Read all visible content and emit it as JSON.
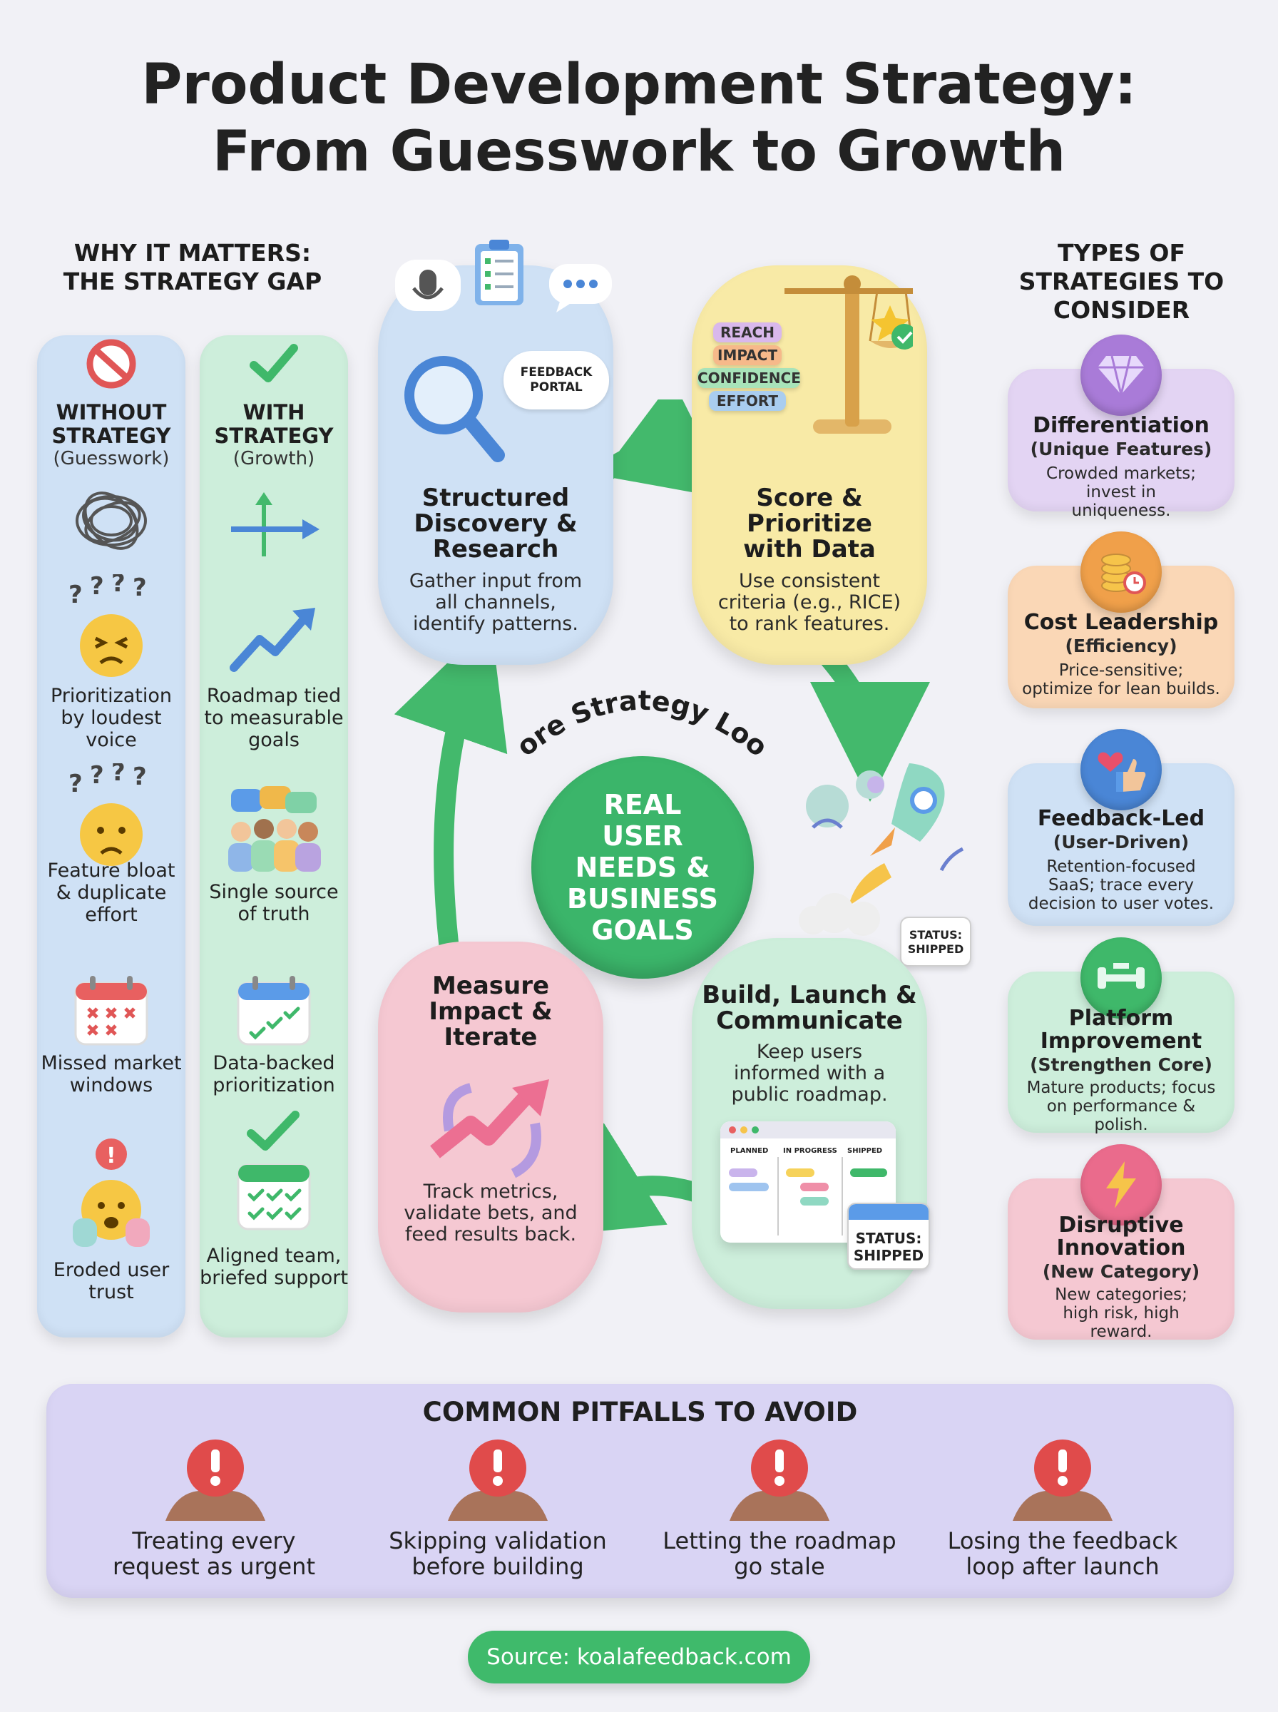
{
  "title": {
    "line1": "Product Development Strategy:",
    "line2": "From Guesswork to Growth"
  },
  "why": {
    "heading_line1": "WHY IT MATTERS:",
    "heading_line2": "THE STRATEGY GAP",
    "without": {
      "title_line1": "WITHOUT",
      "title_line2": "STRATEGY",
      "subtitle": "(Guesswork)",
      "items": [
        "Prioritization by loudest voice",
        "Feature bloat & duplicate effort",
        "Missed market windows",
        "Eroded user trust"
      ]
    },
    "with": {
      "title_line1": "WITH",
      "title_line2": "STRATEGY",
      "subtitle": "(Growth)",
      "items": [
        "Roadmap tied to measurable goals",
        "Single source of truth",
        "Data-backed prioritization",
        "Aligned team, briefed support"
      ]
    }
  },
  "loop": {
    "label": "Core Strategy Loop",
    "center": "REAL USER NEEDS & BUSINESS GOALS",
    "feedback_portal_line1": "FEEDBACK",
    "feedback_portal_line2": "PORTAL",
    "scale_tags": [
      "REACH",
      "IMPACT",
      "CONFIDENCE",
      "EFFORT"
    ],
    "status_small_line1": "STATUS:",
    "status_small_line2": "SHIPPED",
    "board_columns": [
      "PLANNED",
      "IN PROGRESS",
      "SHIPPED"
    ],
    "status_big_line1": "STATUS:",
    "status_big_line2": "SHIPPED",
    "steps": [
      {
        "title": "Structured Discovery & Research",
        "desc": "Gather input from all channels, identify patterns."
      },
      {
        "title": "Score & Prioritize with Data",
        "desc": "Use consistent criteria (e.g., RICE) to rank features."
      },
      {
        "title": "Build, Launch & Communicate",
        "desc": "Keep users informed with a public roadmap."
      },
      {
        "title": "Measure Impact & Iterate",
        "desc": "Track metrics, validate bets, and feed results back."
      }
    ]
  },
  "types": {
    "heading_line1": "TYPES OF",
    "heading_line2": "STRATEGIES TO",
    "heading_line3": "CONSIDER",
    "cards": [
      {
        "title": "Differentiation",
        "subtitle": "(Unique Features)",
        "desc": "Crowded markets; invest in uniqueness."
      },
      {
        "title": "Cost Leadership",
        "subtitle": "(Efficiency)",
        "desc": "Price-sensitive; optimize for lean builds."
      },
      {
        "title": "Feedback-Led",
        "subtitle": "(User-Driven)",
        "desc": "Retention-focused SaaS; trace every decision to user votes."
      },
      {
        "title": "Platform Improvement",
        "subtitle": "(Strengthen Core)",
        "desc": "Mature products; focus on performance & polish."
      },
      {
        "title": "Disruptive Innovation",
        "subtitle": "(New Category)",
        "desc": "New categories; high risk, high reward."
      }
    ]
  },
  "pitfalls": {
    "heading": "COMMON PITFALLS TO AVOID",
    "items": [
      "Treating every request as urgent",
      "Skipping validation before building",
      "Letting the roadmap go stale",
      "Losing the feedback loop after launch"
    ]
  },
  "source": "Source: koalafeedback.com",
  "colors": {
    "blue": "#cfe1f5",
    "green": "#cdeedb",
    "yellow": "#f8eaa6",
    "pink": "#f5c8d2",
    "purple_card": "#e3d4f3",
    "orange_card": "#fad7b6",
    "pitfall_band": "#d9d4f4",
    "center_green": "#3bb56a",
    "source_green": "#3fba6b",
    "alert_red": "#e04b4b"
  }
}
